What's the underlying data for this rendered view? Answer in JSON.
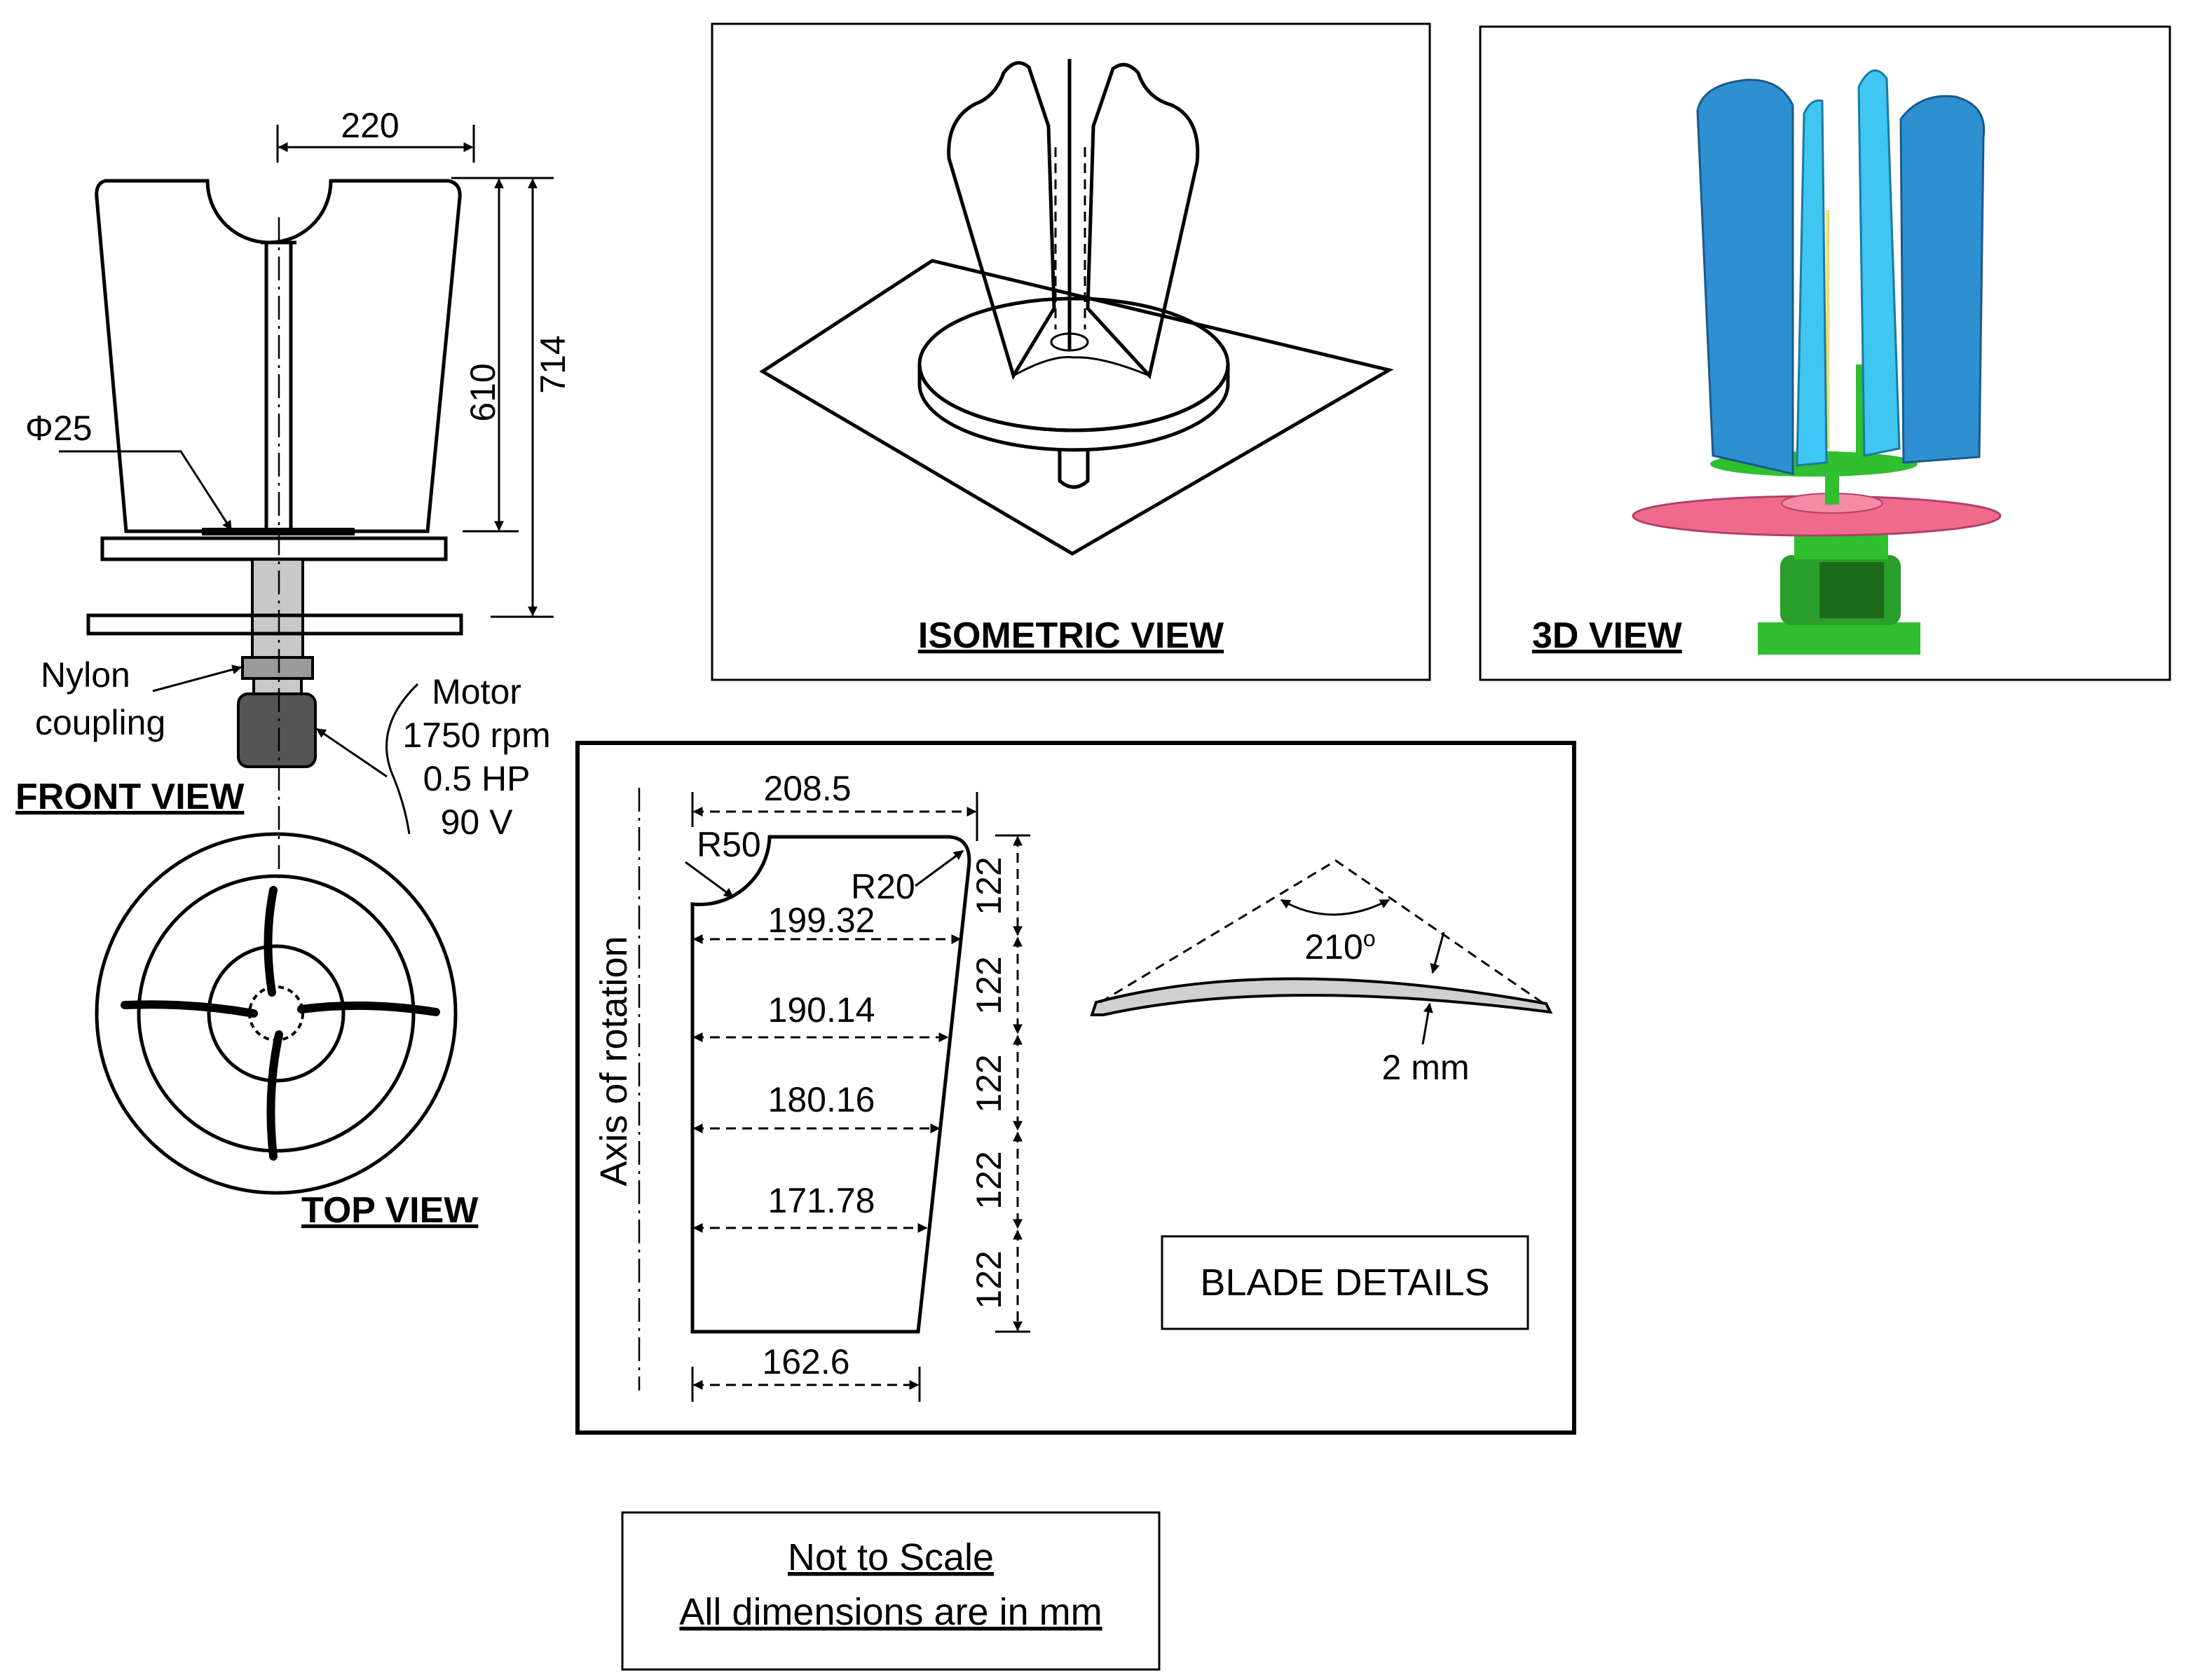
{
  "front_view": {
    "title": "FRONT VIEW",
    "dim_width": "220",
    "dim_blade_height": "610",
    "dim_total_height": "714",
    "dim_shaft_dia": "Φ25",
    "coupling_label": [
      "Nylon",
      "coupling"
    ],
    "motor_label": [
      "Motor",
      "1750 rpm",
      "0.5 HP",
      "90 V"
    ]
  },
  "top_view": {
    "title": "TOP VIEW"
  },
  "isometric_view": {
    "title": "ISOMETRIC VIEW"
  },
  "view_3d": {
    "title": "3D VIEW",
    "colors": {
      "blade": "#2e8fd1",
      "blade_light": "#3fc6f2",
      "disc": "#f06a8c",
      "base": "#2fbf2f"
    }
  },
  "blade_details": {
    "title": "BLADE DETAILS",
    "axis_label": "Axis of rotation",
    "widths": [
      "208.5",
      "199.32",
      "190.14",
      "180.16",
      "171.78",
      "162.6"
    ],
    "segment_heights": [
      "122",
      "122",
      "122",
      "122",
      "122"
    ],
    "radius_top": "R50",
    "radius_corner": "R20",
    "arc_angle": "210",
    "arc_angle_unit": "o",
    "thickness": "2 mm"
  },
  "notes": {
    "line1": "Not to Scale",
    "line2": "All dimensions are in mm"
  }
}
